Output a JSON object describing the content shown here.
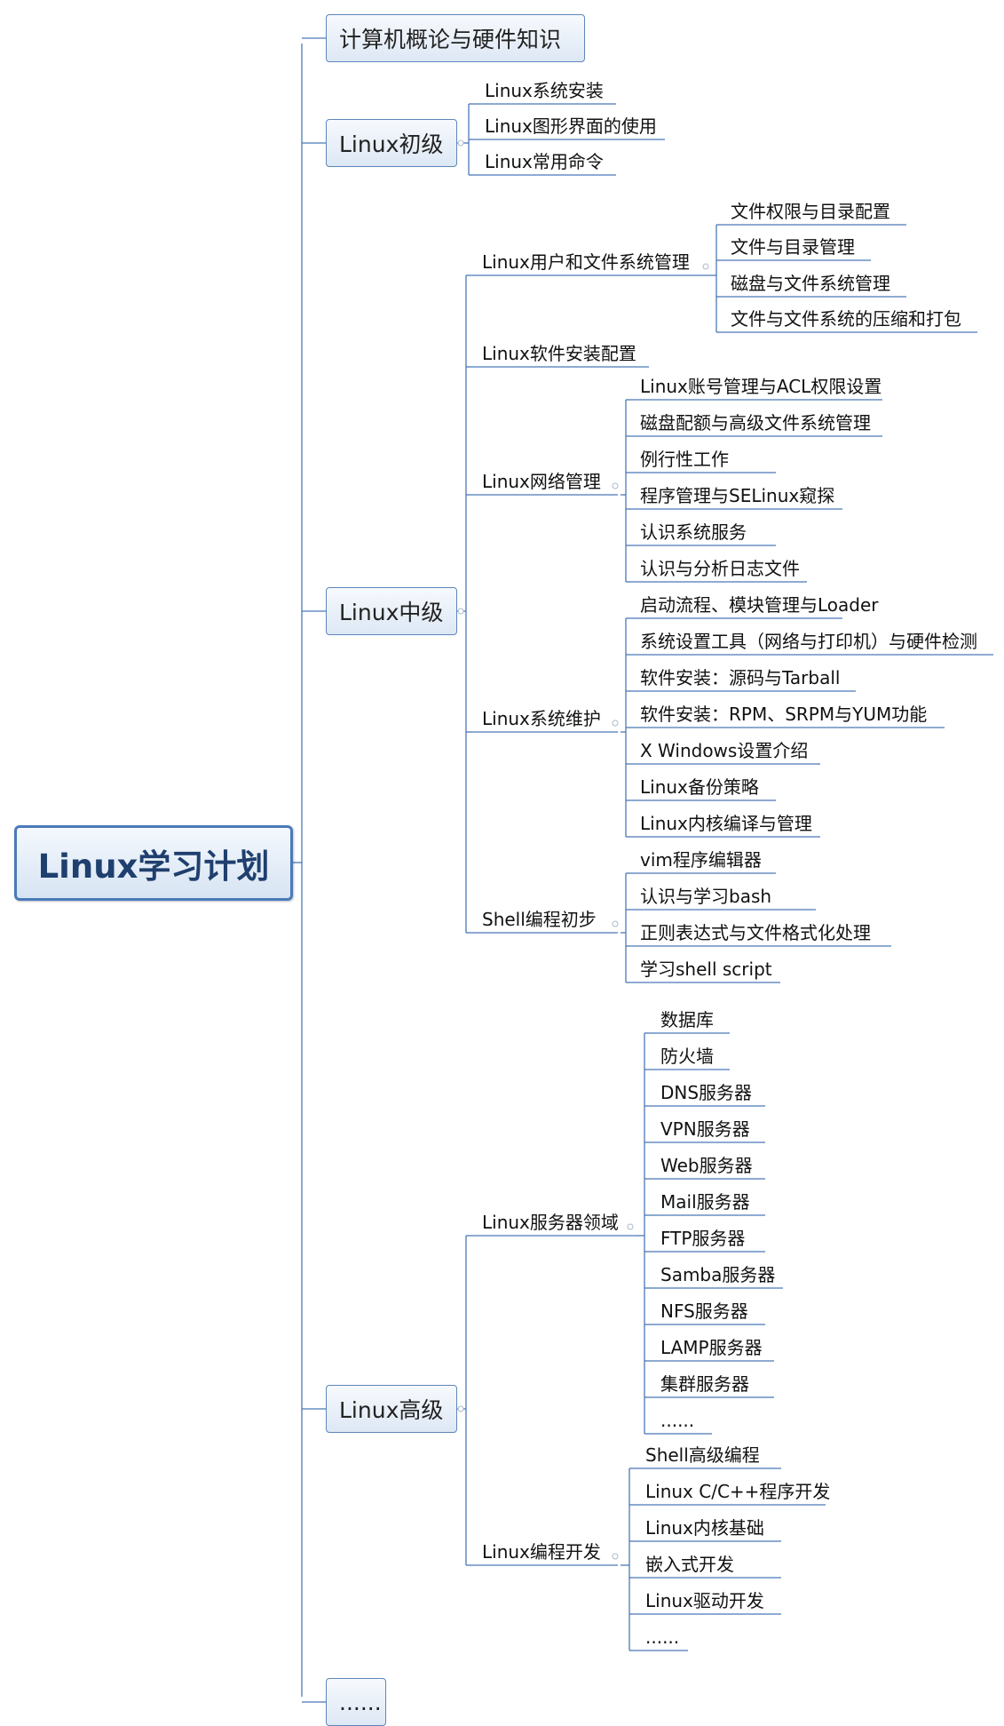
{
  "root": {
    "label": "Linux学习计划"
  },
  "branches": [
    {
      "label": "计算机概论与硬件知识"
    },
    {
      "label": "Linux初级",
      "children": [
        {
          "label": "Linux系统安装"
        },
        {
          "label": "Linux图形界面的使用"
        },
        {
          "label": "Linux常用命令"
        }
      ]
    },
    {
      "label": "Linux中级",
      "children": [
        {
          "label": "Linux用户和文件系统管理",
          "children": [
            "文件权限与目录配置",
            "文件与目录管理",
            "磁盘与文件系统管理",
            "文件与文件系统的压缩和打包"
          ]
        },
        {
          "label": "Linux软件安装配置"
        },
        {
          "label": "Linux网络管理",
          "children": [
            "Linux账号管理与ACL权限设置",
            "磁盘配额与高级文件系统管理",
            "例行性工作",
            "程序管理与SELinux窥探",
            "认识系统服务",
            "认识与分析日志文件"
          ]
        },
        {
          "label": "Linux系统维护",
          "children": [
            "启动流程、模块管理与Loader",
            "系统设置工具（网络与打印机）与硬件检测",
            "软件安装：源码与Tarball",
            "软件安装：RPM、SRPM与YUM功能",
            "X Windows设置介绍",
            "Linux备份策略",
            "Linux内核编译与管理"
          ]
        },
        {
          "label": "Shell编程初步",
          "children": [
            "vim程序编辑器",
            "认识与学习bash",
            "正则表达式与文件格式化处理",
            "学习shell script"
          ]
        }
      ]
    },
    {
      "label": "Linux高级",
      "children": [
        {
          "label": "Linux服务器领域",
          "children": [
            "数据库",
            "防火墙",
            "DNS服务器",
            "VPN服务器",
            "Web服务器",
            "Mail服务器",
            "FTP服务器",
            "Samba服务器",
            "NFS服务器",
            "LAMP服务器",
            "集群服务器",
            "......"
          ]
        },
        {
          "label": "Linux编程开发",
          "children": [
            "Shell高级编程",
            "Linux C/C++程序开发",
            "Linux内核基础",
            "嵌入式开发",
            "Linux驱动开发",
            "......"
          ]
        }
      ]
    },
    {
      "label": "......"
    }
  ],
  "colors": {
    "line": "#4a78b6",
    "box_border": "#5d86bb",
    "root_border": "#4a7ab8",
    "root_text": "#1f3f6e"
  }
}
